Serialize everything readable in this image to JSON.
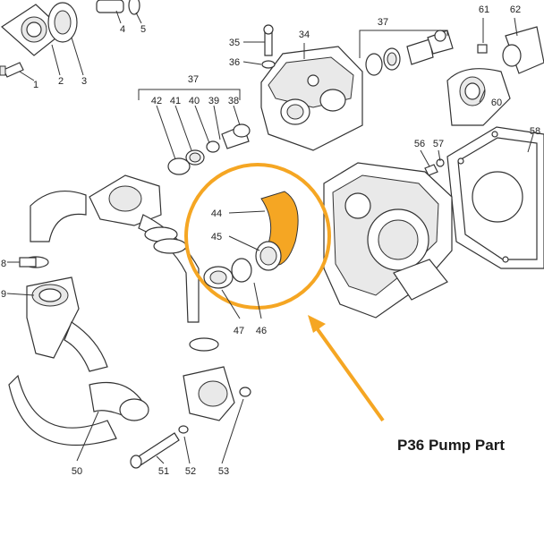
{
  "caption": "P36 Pump Part",
  "highlight_color": "#F5A623",
  "part_numbers": [
    "1",
    "2",
    "3",
    "4",
    "5",
    "8",
    "9",
    "34",
    "35",
    "36",
    "37",
    "37",
    "38",
    "39",
    "40",
    "41",
    "42",
    "44",
    "45",
    "46",
    "47",
    "50",
    "51",
    "52",
    "53",
    "56",
    "57",
    "58",
    "60",
    "61",
    "62"
  ]
}
